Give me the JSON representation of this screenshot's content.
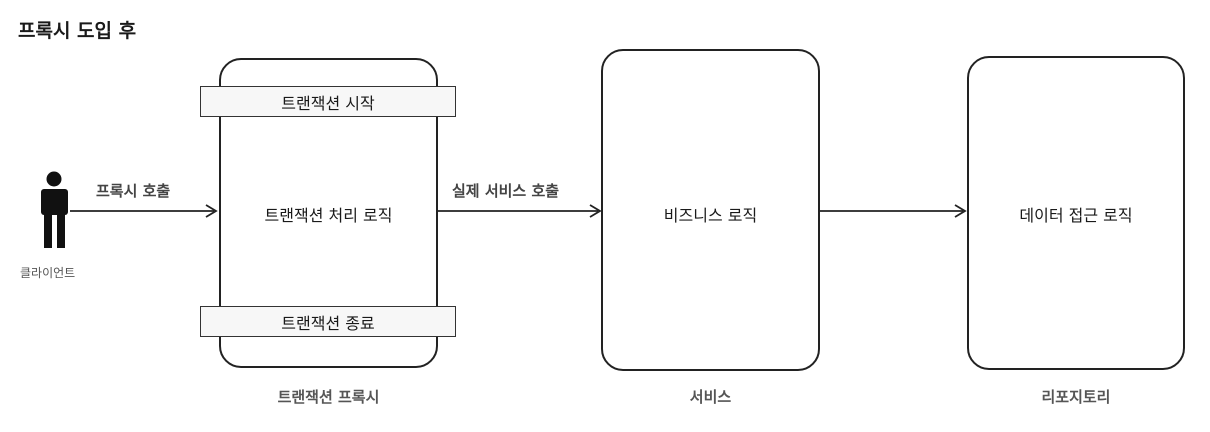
{
  "title": "프록시 도입 후",
  "client": {
    "label": "클라이언트"
  },
  "arrows": {
    "proxy_call": "프록시 호출",
    "service_call": "실제 서비스 호출"
  },
  "proxy": {
    "caption": "트랜잭션 프록시",
    "start": "트랜잭션 시작",
    "logic": "트랜잭션 처리 로직",
    "end": "트랜잭션 종료"
  },
  "service": {
    "caption": "서비스",
    "logic": "비즈니스 로직"
  },
  "repository": {
    "caption": "리포지토리",
    "logic": "데이터 접근 로직"
  },
  "colors": {
    "stroke": "#222222",
    "bar_fill": "#f7f7f7"
  }
}
